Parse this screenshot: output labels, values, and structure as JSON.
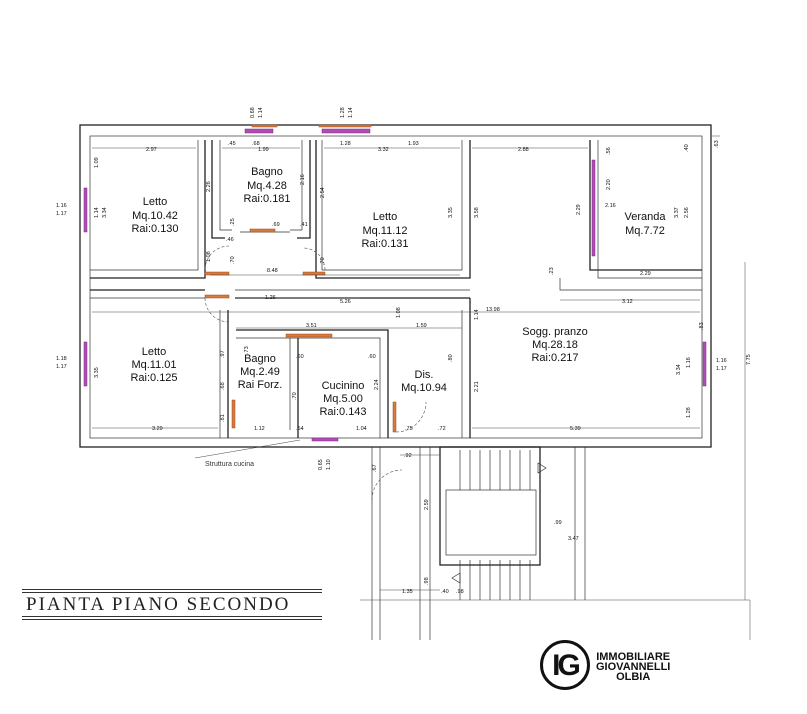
{
  "title": "PIANTA PIANO SECONDO",
  "logo": {
    "mark": "IG",
    "line1": "IMMOBILIARE",
    "line2": "GIOVANNELLI",
    "line3": "OLBIA"
  },
  "note": "Struttura cucina",
  "rooms": [
    {
      "name": "Letto",
      "area": "Mq.10.42",
      "rai": "Rai:0.130"
    },
    {
      "name": "Bagno",
      "area": "Mq.4.28",
      "rai": "Rai:0.181"
    },
    {
      "name": "Letto",
      "area": "Mq.11.12",
      "rai": "Rai:0.131"
    },
    {
      "name": "Veranda",
      "area": "Mq.7.72",
      "rai": ""
    },
    {
      "name": "Letto",
      "area": "Mq.11.01",
      "rai": "Rai:0.125"
    },
    {
      "name": "Bagno",
      "area": "Mq.2.49",
      "rai": "Rai Forz."
    },
    {
      "name": "Cucinino",
      "area": "Mq.5.00",
      "rai": "Rai:0.143"
    },
    {
      "name": "Dis.",
      "area": "Mq.10.94",
      "rai": ""
    },
    {
      "name": "Sogg. pranzo",
      "area": "Mq.28.18",
      "rai": "Rai:0.217"
    }
  ],
  "dimensions": {
    "h": [
      "2.97",
      ".45",
      ".68",
      "1.99",
      "1.28",
      "3.32",
      "1.93",
      "2.88",
      ".69",
      ".41",
      "8.48",
      "1.26",
      "5.26",
      "13.98",
      "3.12",
      "2.29",
      "3.51",
      "1.59",
      "3.29",
      "1.12",
      ".54",
      "1.04",
      ".75",
      ".72",
      "5.39",
      ".92",
      "1.35",
      ".40",
      ".98",
      ".99",
      "3.47"
    ],
    "v": [
      "1.09",
      "1.14",
      "3.34",
      "2.26",
      "2.16",
      "2.54",
      "3.35",
      "3.58",
      "2.29",
      "2.20",
      "2.16",
      "3.37",
      "2.56",
      ".56",
      ".40",
      ".63",
      "1.08",
      ".70",
      ".25",
      ".46",
      ".70",
      "1.08",
      "1.14",
      "2.21",
      ".80",
      "3.35",
      ".97",
      ".68",
      ".81",
      ".73",
      ".70",
      "2.24",
      ".60",
      ".60",
      "3.34",
      "1.16",
      "1.28",
      ".83",
      "2.59",
      ".98",
      "7.75",
      ".67",
      ".23"
    ],
    "windows": [
      "0.68",
      "1.14",
      "1.28",
      "1.14",
      "1.16",
      "1.17",
      "1.18",
      "1.17",
      "1.16",
      "1.17",
      "0.65",
      "1.10"
    ]
  }
}
